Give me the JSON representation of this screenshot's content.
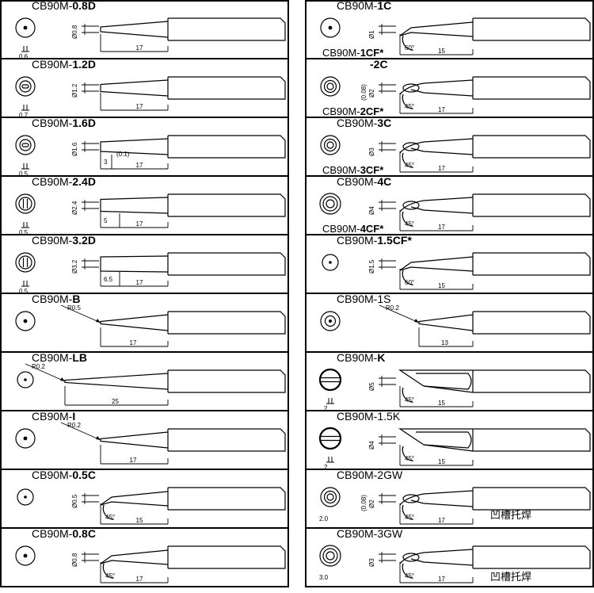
{
  "left": [
    {
      "prefix": "CB90M-",
      "code": "0.8D",
      "code_bold": true,
      "dia": "Ø0.8",
      "len": "17",
      "face": "0.6"
    },
    {
      "prefix": "CB90M-",
      "code": "1.2D",
      "code_bold": true,
      "dia": "Ø1.2",
      "len": "17",
      "face": "0.7"
    },
    {
      "prefix": "CB90M-",
      "code": "1.6D",
      "code_bold": true,
      "dia": "Ø1.6",
      "len": "17",
      "face": "0.5",
      "extra1": "3",
      "extra2": "(0.1)"
    },
    {
      "prefix": "CB90M-",
      "code": "2.4D",
      "code_bold": true,
      "dia": "Ø2.4",
      "len": "17",
      "face": "0.5",
      "extra1": "5"
    },
    {
      "prefix": "CB90M-",
      "code": "3.2D",
      "code_bold": true,
      "dia": "Ø3.2",
      "len": "17",
      "face": "0.5",
      "extra1": "6.5"
    },
    {
      "prefix": "CB90M-",
      "code": "B",
      "code_bold": true,
      "radius": "R0.5",
      "len": "17"
    },
    {
      "prefix": "CB90M-",
      "code": "LB",
      "code_bold": true,
      "radius": "R0.2",
      "len": "25"
    },
    {
      "prefix": "CB90M-",
      "code": "I",
      "code_bold": true,
      "radius": "R0.2",
      "len": "17"
    },
    {
      "prefix": "CB90M-",
      "code": "0.5C",
      "code_bold": true,
      "dia": "Ø0.5",
      "len": "15",
      "angle": "45°"
    },
    {
      "prefix": "CB90M-",
      "code": "0.8C",
      "code_bold": true,
      "dia": "Ø0.8",
      "len": "17",
      "angle": "45°"
    }
  ],
  "right": [
    {
      "prefix": "CB90M-",
      "code": "1C",
      "code_bold": true,
      "dia": "Ø1",
      "len": "15",
      "angle": "60°",
      "sub_prefix": "CB90M-",
      "sub_code": "1CF*"
    },
    {
      "prefix": "",
      "code": "-2C",
      "code_bold": true,
      "dia": "Ø2",
      "dia2": "(0.08)",
      "len": "17",
      "angle": "45°",
      "sub_prefix": "CB90M-",
      "sub_code": "2CF*"
    },
    {
      "prefix": "CB90M-",
      "code": "3C",
      "code_bold": true,
      "dia": "Ø3",
      "len": "17",
      "angle": "45°",
      "sub_prefix": "CB90M-",
      "sub_code": "3CF*"
    },
    {
      "prefix": "CB90M-",
      "code": "4C",
      "code_bold": true,
      "dia": "Ø4",
      "len": "17",
      "angle": "45°",
      "sub_prefix": "CB90M-",
      "sub_code": "4CF*"
    },
    {
      "prefix": "CB90M-",
      "code": "1.5CF*",
      "code_bold": true,
      "dia": "Ø1.5",
      "len": "15",
      "angle": "60°"
    },
    {
      "prefix": "CB90M-",
      "code": "1S",
      "code_bold": false,
      "radius": "R0.2",
      "len": "13"
    },
    {
      "prefix": "CB90M-",
      "code": "K",
      "code_bold": true,
      "dia": "Ø5",
      "len": "15",
      "angle": "45°",
      "face": "2"
    },
    {
      "prefix": "CB90M-",
      "code": "1.5K",
      "code_bold": false,
      "dia": "Ø4",
      "len": "15",
      "angle": "45°",
      "face": "2"
    },
    {
      "prefix": "CB90M-",
      "code": "2GW",
      "code_bold": false,
      "dia": "Ø2",
      "dia2": "(0.08)",
      "len": "17",
      "angle": "45°",
      "face": "2.0",
      "note": "凹槽托焊"
    },
    {
      "prefix": "CB90M-",
      "code": "3GW",
      "code_bold": false,
      "dia": "Ø3",
      "len": "17",
      "angle": "45°",
      "face": "3.0",
      "note": "凹槽托焊"
    }
  ]
}
